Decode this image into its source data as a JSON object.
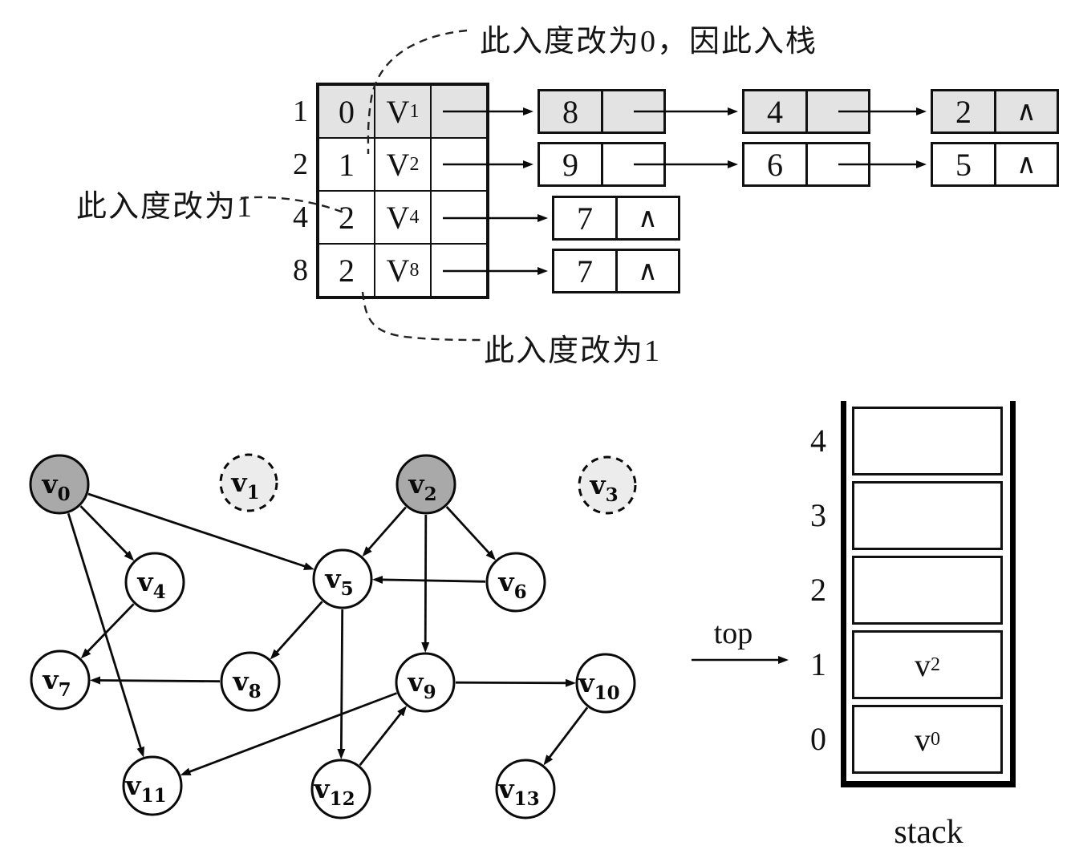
{
  "annotations": {
    "top_note": "此入度改为0，因此入栈",
    "left_note": "此入度改为1",
    "bottom_note": "此入度改为1"
  },
  "adjacency_list": {
    "rows": [
      {
        "index": "1",
        "in_degree": "0",
        "vertex_base": "V",
        "vertex_sub": "1",
        "highlighted": true,
        "nodes": [
          {
            "adjvex": "8",
            "next_symbol": ""
          },
          {
            "adjvex": "4",
            "next_symbol": ""
          },
          {
            "adjvex": "2",
            "next_symbol": "∧"
          }
        ]
      },
      {
        "index": "2",
        "in_degree": "1",
        "vertex_base": "V",
        "vertex_sub": "2",
        "highlighted": false,
        "nodes": [
          {
            "adjvex": "9",
            "next_symbol": ""
          },
          {
            "adjvex": "6",
            "next_symbol": ""
          },
          {
            "adjvex": "5",
            "next_symbol": "∧"
          }
        ]
      },
      {
        "index": "4",
        "in_degree": "2",
        "vertex_base": "V",
        "vertex_sub": "4",
        "highlighted": false,
        "nodes": [
          {
            "adjvex": "7",
            "next_symbol": "∧"
          }
        ]
      },
      {
        "index": "8",
        "in_degree": "2",
        "vertex_base": "V",
        "vertex_sub": "8",
        "highlighted": false,
        "nodes": [
          {
            "adjvex": "7",
            "next_symbol": "∧"
          }
        ]
      }
    ]
  },
  "graph": {
    "vertices": [
      {
        "base": "v",
        "sub": "0",
        "state": "stacked"
      },
      {
        "base": "v",
        "sub": "1",
        "state": "removed"
      },
      {
        "base": "v",
        "sub": "2",
        "state": "stacked"
      },
      {
        "base": "v",
        "sub": "3",
        "state": "removed"
      },
      {
        "base": "v",
        "sub": "4",
        "state": "normal"
      },
      {
        "base": "v",
        "sub": "5",
        "state": "normal"
      },
      {
        "base": "v",
        "sub": "6",
        "state": "normal"
      },
      {
        "base": "v",
        "sub": "7",
        "state": "normal"
      },
      {
        "base": "v",
        "sub": "8",
        "state": "normal"
      },
      {
        "base": "v",
        "sub": "9",
        "state": "normal"
      },
      {
        "base": "v",
        "sub": "10",
        "state": "normal"
      },
      {
        "base": "v",
        "sub": "11",
        "state": "normal"
      },
      {
        "base": "v",
        "sub": "12",
        "state": "normal"
      },
      {
        "base": "v",
        "sub": "13",
        "state": "normal"
      }
    ],
    "edges": [
      [
        "v0",
        "v4"
      ],
      [
        "v0",
        "v5"
      ],
      [
        "v0",
        "v11"
      ],
      [
        "v2",
        "v5"
      ],
      [
        "v2",
        "v6"
      ],
      [
        "v2",
        "v9"
      ],
      [
        "v6",
        "v5"
      ],
      [
        "v4",
        "v7"
      ],
      [
        "v5",
        "v8"
      ],
      [
        "v8",
        "v7"
      ],
      [
        "v5",
        "v12"
      ],
      [
        "v12",
        "v9"
      ],
      [
        "v9",
        "v10"
      ],
      [
        "v9",
        "v11"
      ],
      [
        "v10",
        "v13"
      ]
    ]
  },
  "stack": {
    "slots": [
      {
        "label": "4",
        "value_base": "",
        "value_sub": ""
      },
      {
        "label": "3",
        "value_base": "",
        "value_sub": ""
      },
      {
        "label": "2",
        "value_base": "",
        "value_sub": ""
      },
      {
        "label": "1",
        "value_base": "v",
        "value_sub": "2"
      },
      {
        "label": "0",
        "value_base": "v",
        "value_sub": "0"
      }
    ],
    "top_label": "top",
    "caption": "stack"
  },
  "colors": {
    "highlight_gray": "#e3e3e3",
    "stacked_vertex_fill": "#a9a9a9",
    "removed_vertex_fill": "#ececec",
    "line": "#111111"
  }
}
